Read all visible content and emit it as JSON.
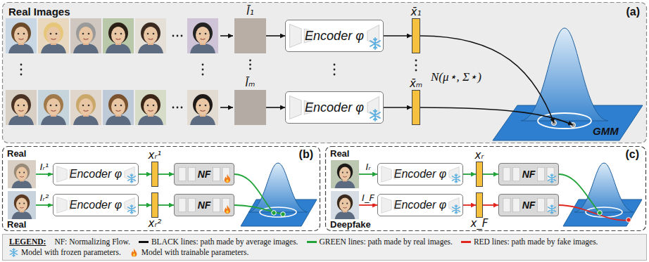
{
  "diagram": {
    "nodes": [
      {
        "text": [
          "Real Images",
          "(a)"
        ]
      },
      {
        "text": [
          "Ī₁"
        ],
        "in": 0
      },
      {
        "text": [
          "Encoder φ"
        ],
        "in": 0
      },
      {
        "text": [
          "x̄₁"
        ],
        "in": 0
      },
      {
        "text": [
          "Īₘ"
        ],
        "in": 0
      },
      {
        "text": [
          "Encoder φ"
        ],
        "in": 0
      },
      {
        "text": [
          "x̄ₘ"
        ],
        "in": 0
      },
      {
        "text": [
          "GMM"
        ],
        "in": 0
      },
      {
        "text": [
          "(b)"
        ]
      },
      {
        "text": [
          "Real"
        ],
        "in": 8
      },
      {
        "text": [
          "Encoder φ"
        ],
        "in": 8
      },
      {
        "text": [
          "xᵣ¹"
        ],
        "in": 8
      },
      {
        "text": [
          "NF"
        ],
        "in": 8
      },
      {
        "text": [
          "Real"
        ],
        "in": 8
      },
      {
        "text": [
          "Encoder φ"
        ],
        "in": 8
      },
      {
        "text": [
          "xᵣ²"
        ],
        "in": 8
      },
      {
        "text": [
          "NF"
        ],
        "in": 8
      },
      {
        "text": [
          "(c)"
        ]
      },
      {
        "text": [
          "Real"
        ],
        "in": 17
      },
      {
        "text": [
          "Encoder φ"
        ],
        "in": 17
      },
      {
        "text": [
          "xᵣ"
        ],
        "in": 17
      },
      {
        "text": [
          "NF"
        ],
        "in": 17
      },
      {
        "text": [
          "Deepfake"
        ],
        "in": 17
      },
      {
        "text": [
          "Encoder φ"
        ],
        "in": 17
      },
      {
        "text": [
          "x_F"
        ],
        "in": 17
      },
      {
        "text": [
          "NF"
        ],
        "in": 17
      }
    ],
    "edges": [
      {
        "from": 1,
        "to": 2,
        "arrow": "to"
      },
      {
        "from": 2,
        "to": 3,
        "arrow": "to"
      },
      {
        "from": 3,
        "to": 7,
        "arrow": "to"
      },
      {
        "from": 4,
        "to": 5,
        "arrow": "to"
      },
      {
        "from": 5,
        "to": 6,
        "arrow": "to"
      },
      {
        "from": 6,
        "to": 7,
        "arrow": "to"
      },
      {
        "from": 9,
        "to": 10,
        "label": "Iᵣ¹",
        "arrow": "to"
      },
      {
        "from": 10,
        "to": 11,
        "arrow": "to"
      },
      {
        "from": 11,
        "to": 12,
        "arrow": "to"
      },
      {
        "from": 13,
        "to": 14,
        "label": "Iᵣ²",
        "arrow": "to"
      },
      {
        "from": 14,
        "to": 15,
        "arrow": "to"
      },
      {
        "from": 15,
        "to": 16,
        "arrow": "to"
      },
      {
        "from": 18,
        "to": 19,
        "label": "Iᵣ",
        "arrow": "to"
      },
      {
        "from": 19,
        "to": 20,
        "arrow": "to"
      },
      {
        "from": 20,
        "to": 21,
        "arrow": "to"
      },
      {
        "from": 22,
        "to": 23,
        "label": "I_F",
        "arrow": "to"
      },
      {
        "from": 23,
        "to": 24,
        "arrow": "to"
      },
      {
        "from": 24,
        "to": 25,
        "arrow": "to"
      }
    ],
    "labels": [
      "N(μ⋆, Σ⋆)",
      "LEGEND:"
    ],
    "legend": [
      {
        "text": "NF: Normalizing Flow."
      },
      {
        "text": "BLACK lines: path made by average images.",
        "color": "#111111"
      },
      {
        "text": "GREEN lines: path made by real images.",
        "color": "#22a33a"
      },
      {
        "text": "RED lines: path made by fake images.",
        "color": "#e0261f"
      },
      {
        "text": "Model with frozen parameters."
      },
      {
        "text": "Model with trainable parameters."
      }
    ]
  }
}
